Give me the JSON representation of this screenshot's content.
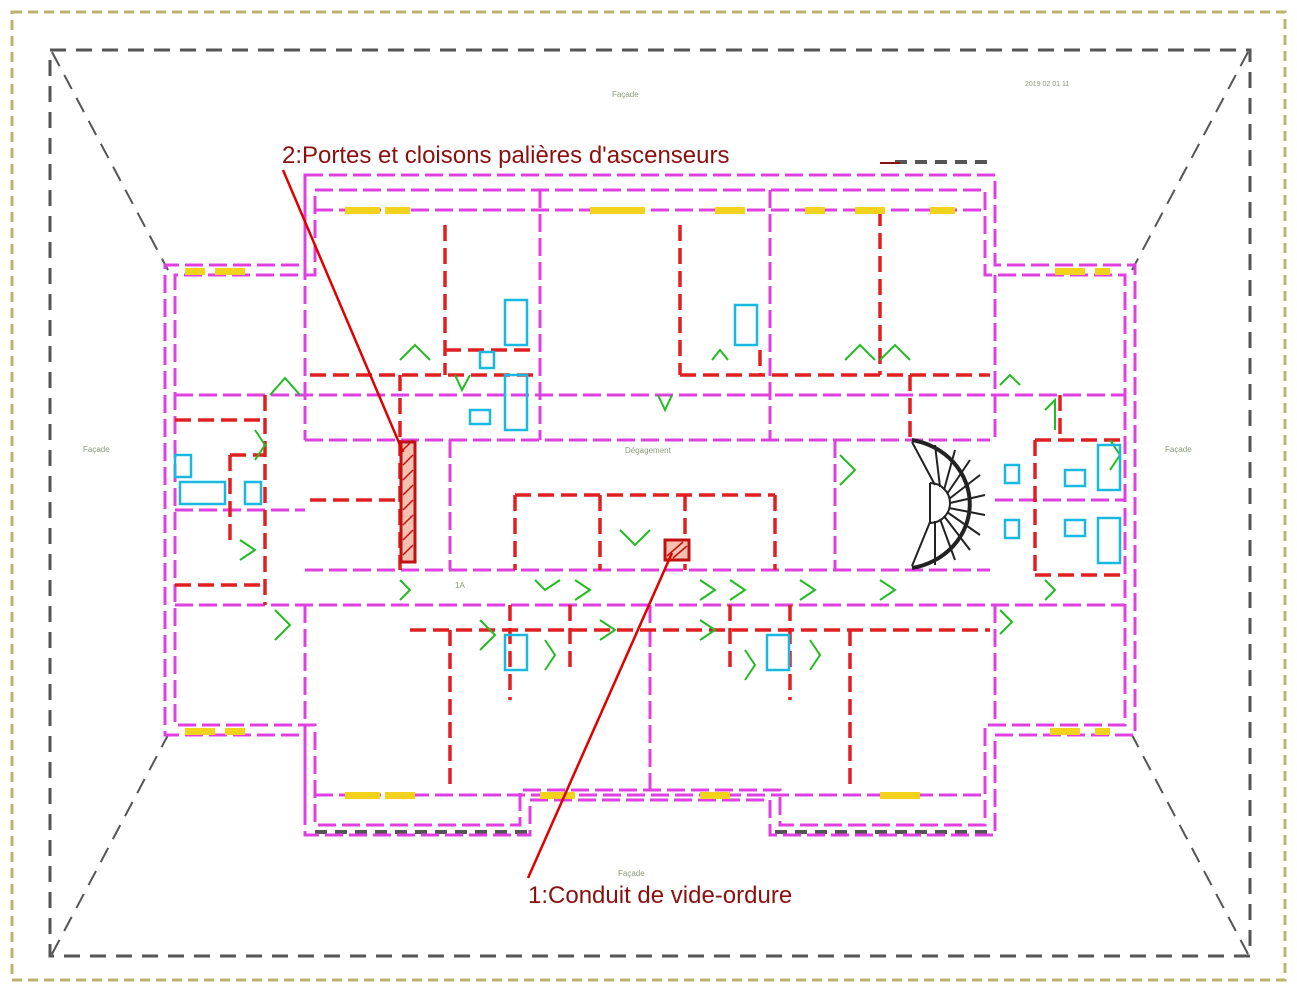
{
  "labels": {
    "callout_2": "2:Portes et cloisons palières d'ascenseurs",
    "callout_1": "1:Conduit de vide-ordure",
    "facade": "Façade",
    "stamp": "2019 02 01 11",
    "corridor": "Dégagement",
    "room_mark": "1A"
  },
  "colors": {
    "frame": "#b8b56a",
    "outer_box": "#555555",
    "wall_outline": "#e040e0",
    "partition": "#e02020",
    "door_arc": "#22bb22",
    "window": "#f2d21a",
    "fixture": "#19b8e0",
    "stair": "#222222",
    "callout_text": "#8a1010",
    "leader": "#e00000",
    "small_text": "#8a9a7a"
  },
  "icons": [
    "stair-icon",
    "wc-icon",
    "bathtub-icon",
    "sink-icon",
    "shaft-icon"
  ]
}
